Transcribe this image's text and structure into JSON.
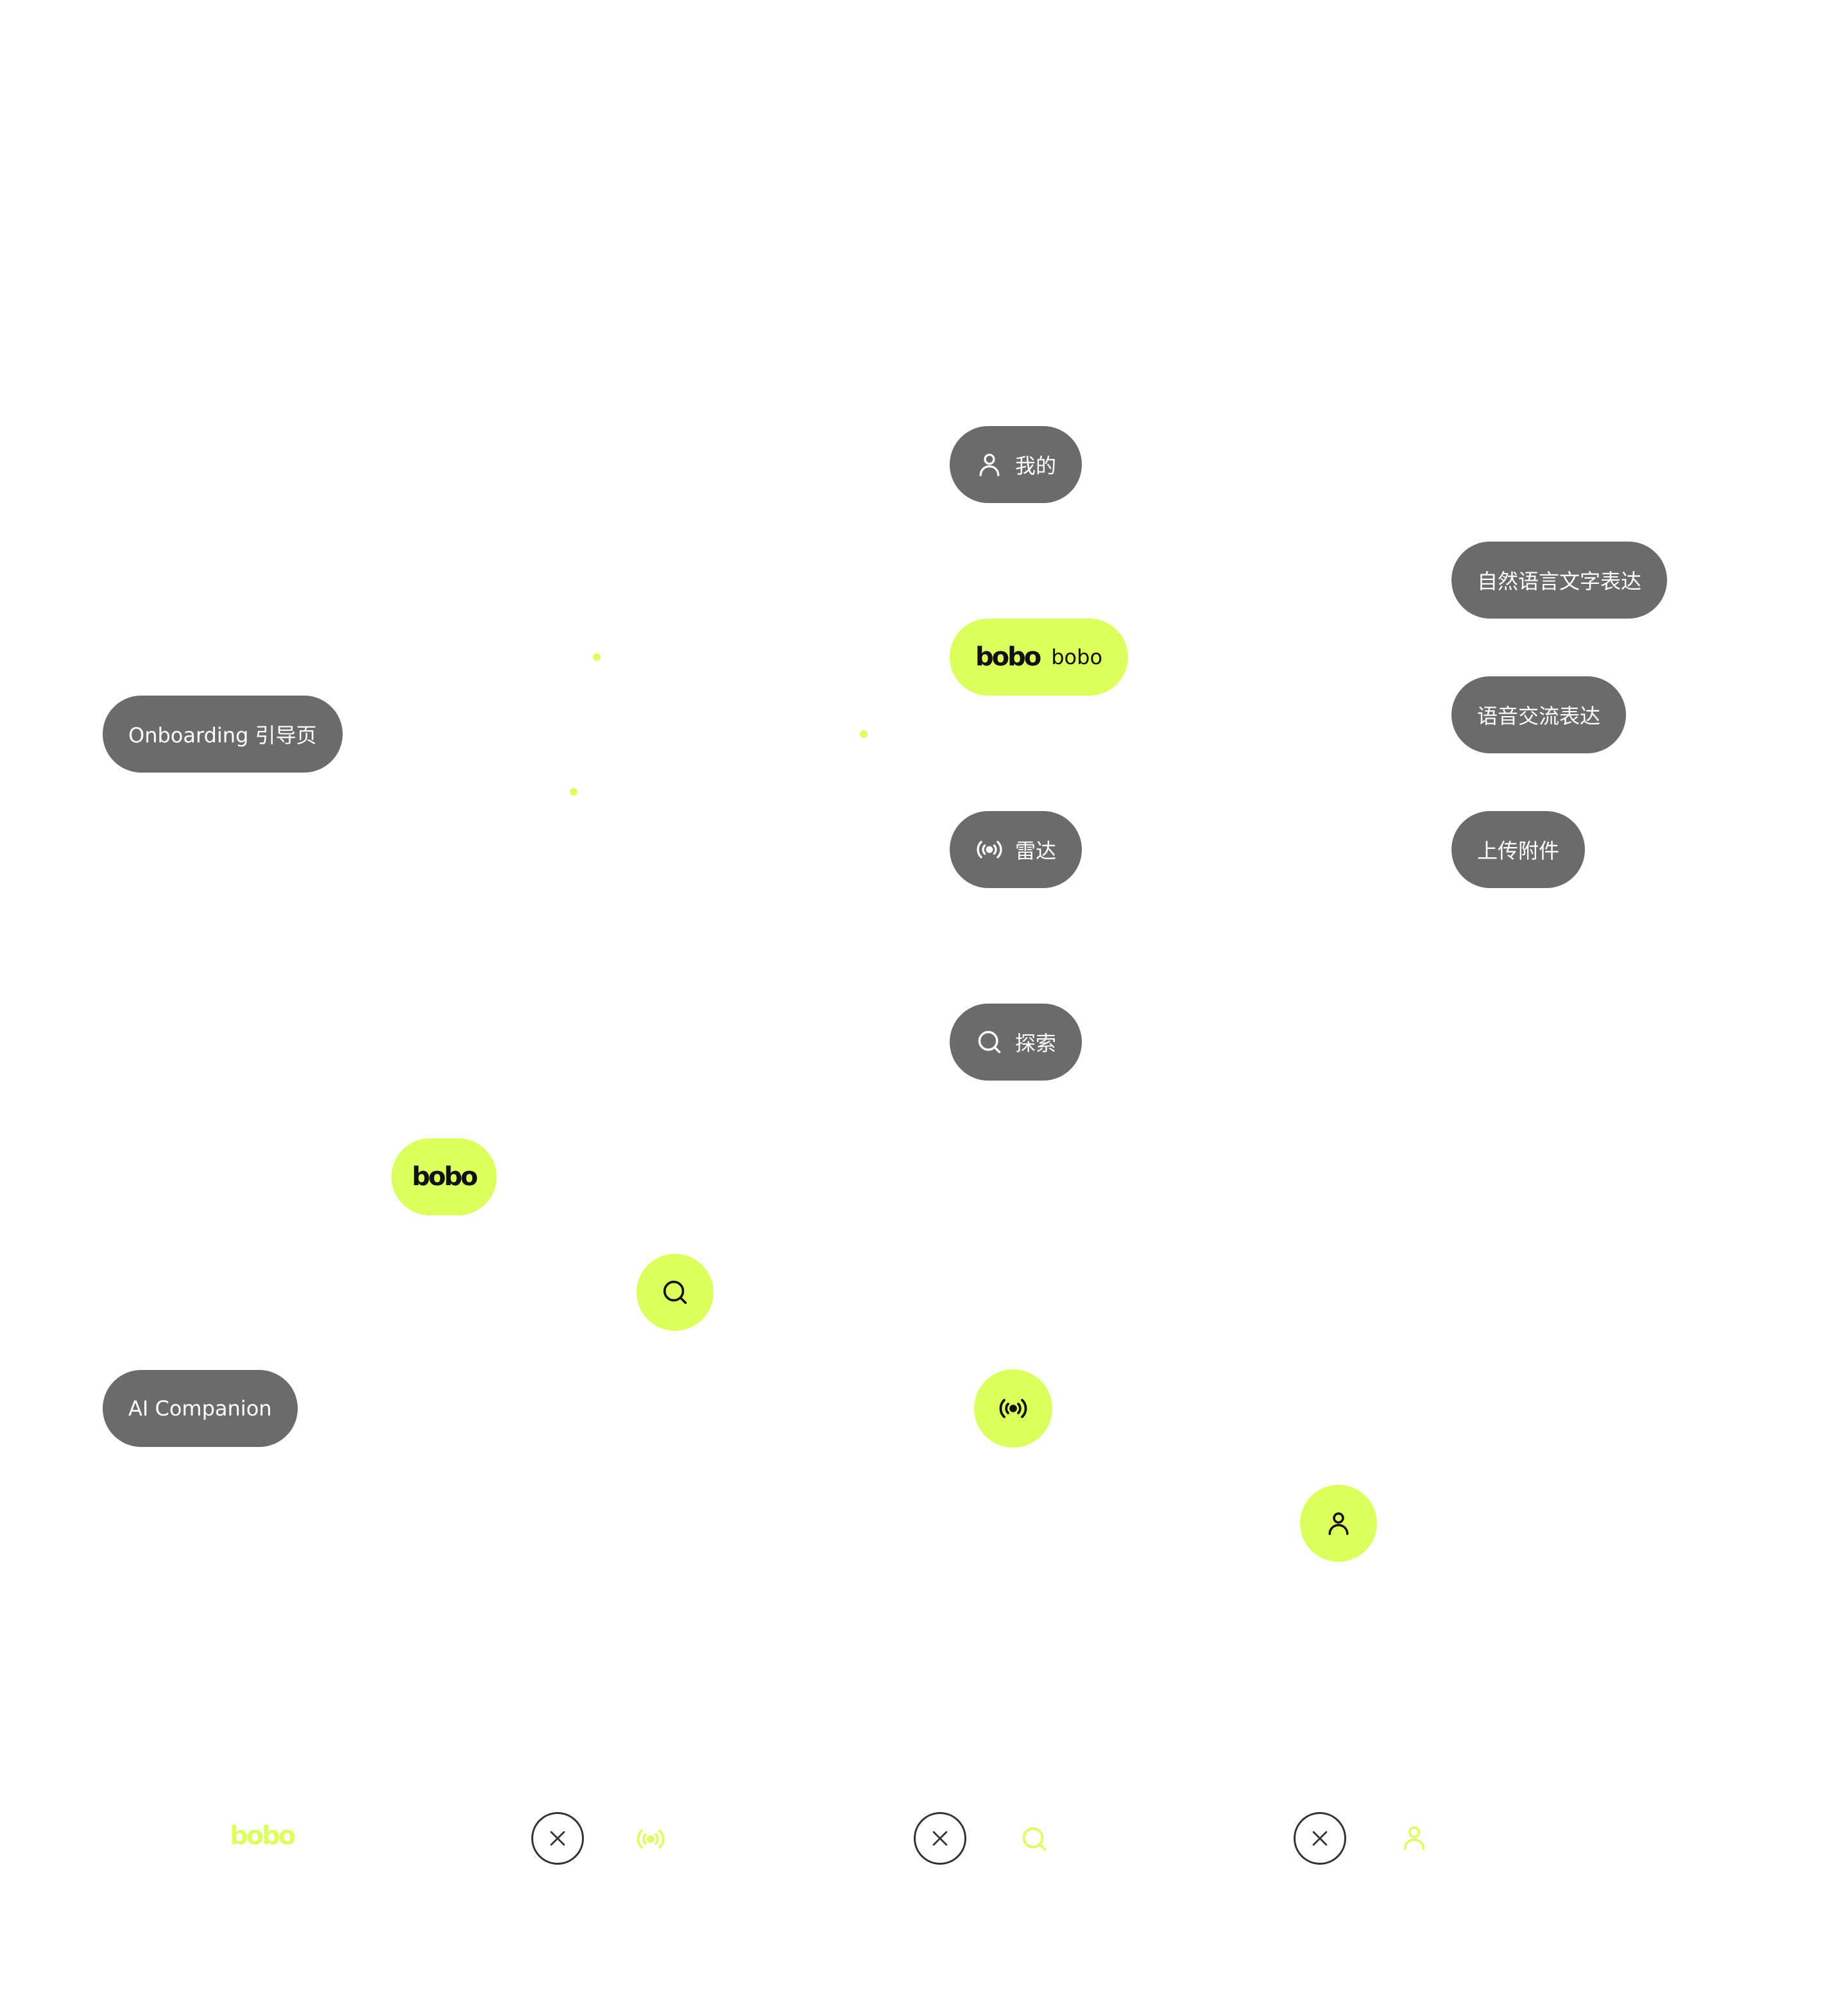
{
  "colors": {
    "accent": "#dbff5c",
    "node_gray": "#6b6b6b",
    "ink": "#111111"
  },
  "logo_text": "bobo",
  "nodes": {
    "onboarding": "Onboarding 引导页",
    "ai_companion": "AI Companion",
    "mine": "我的",
    "bobo": "bobo",
    "radar": "雷达",
    "explore": "探索",
    "nl_text": "自然语言文字表达",
    "voice": "语音交流表达",
    "upload": "上传附件"
  },
  "icons": {
    "mine": "user-icon",
    "radar": "radar-icon",
    "explore": "search-icon",
    "close": "close-icon"
  }
}
